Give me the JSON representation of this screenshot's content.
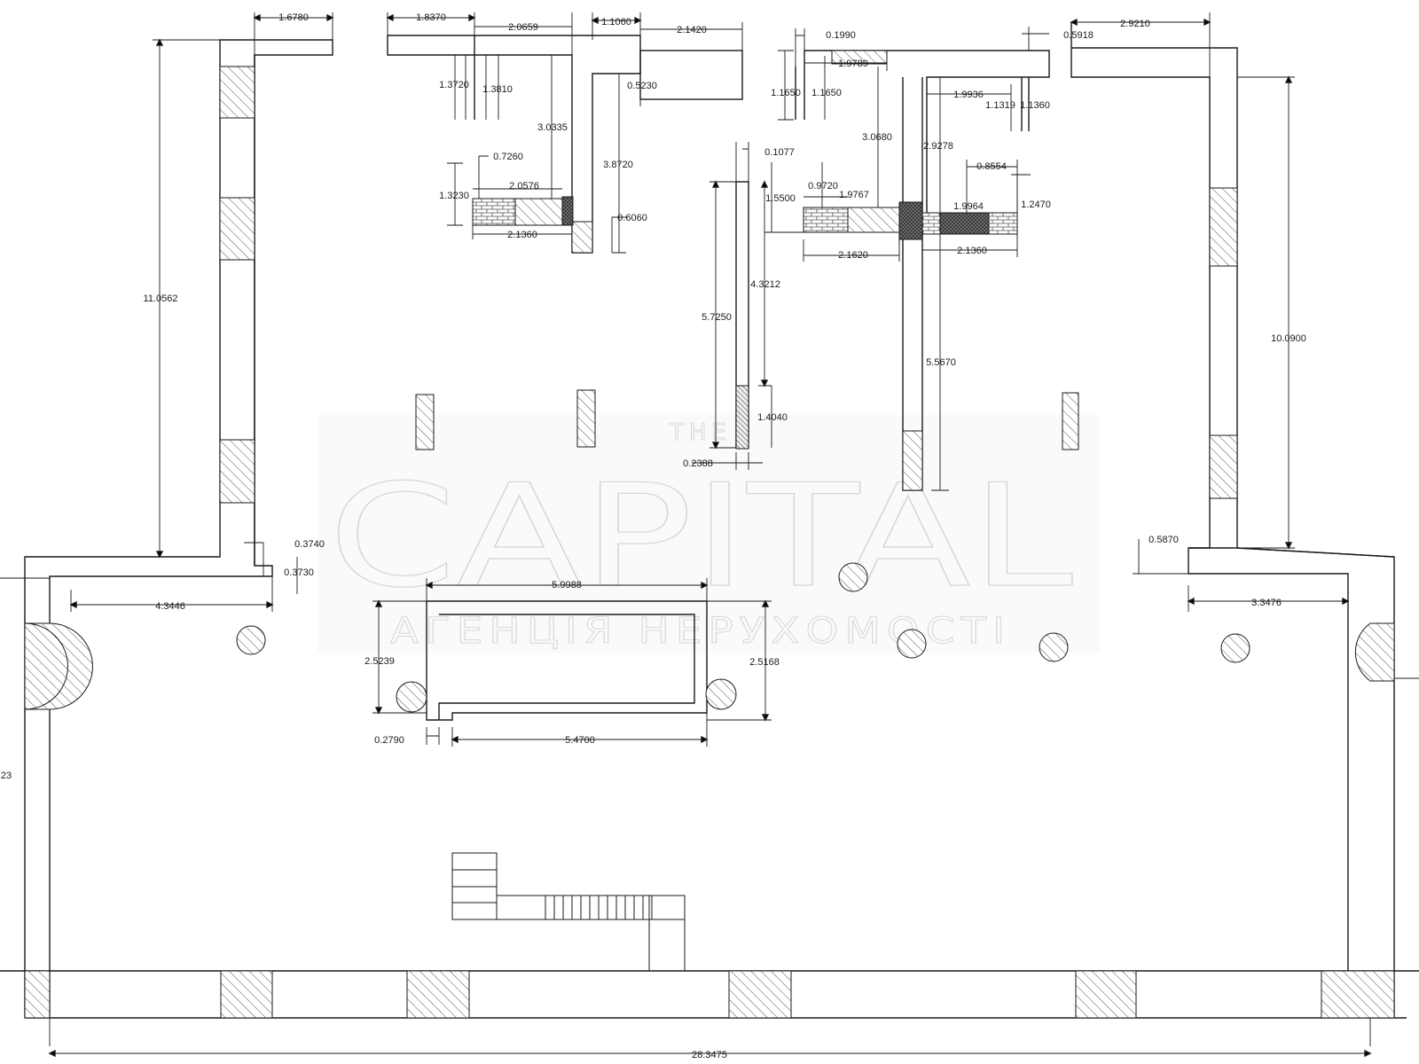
{
  "watermark": {
    "top": "THE",
    "main": "CAPITAL",
    "sub": "АГЕНЦІЯ НЕРУХОМОСТІ"
  },
  "dimensions": {
    "d_1_6780": "1.6780",
    "d_1_8370": "1.8370",
    "d_2_0659": "2.0659",
    "d_1_1060": "1.1060",
    "d_2_1420": "2.1420",
    "d_1_3720": "1.3720",
    "d_1_3810": "1.3810",
    "d_0_5230": "0.5230",
    "d_3_0335": "3.0335",
    "d_3_8720": "3.8720",
    "d_0_7260": "0.7260",
    "d_2_0576": "2.0576",
    "d_1_3230": "1.3230",
    "d_2_1360_a": "2.1360",
    "d_0_6060": "0.6060",
    "d_11_0562": "11.0562",
    "d_0_1990": "0.1990",
    "d_1_9789": "1.9789",
    "d_0_5918": "0.5918",
    "d_2_9210": "2.9210",
    "d_1_1650_a": "1.1650",
    "d_1_1650_b": "1.1650",
    "d_1_9936": "1.9936",
    "d_1_1319": "1.1319",
    "d_1_1360": "1.1360",
    "d_3_0680": "3.0680",
    "d_2_9278": "2.9278",
    "d_0_1077": "0.1077",
    "d_0_8554": "0.8554",
    "d_0_9720": "0.9720",
    "d_1_9767": "1.9767",
    "d_1_5500": "1.5500",
    "d_1_9964": "1.9964",
    "d_1_2470": "1.2470",
    "d_2_1620": "2.1620",
    "d_2_1360_b": "2.1360",
    "d_4_3212": "4.3212",
    "d_5_7250": "5.7250",
    "d_5_5670": "5.5670",
    "d_10_0900": "10.0900",
    "d_1_4040": "1.4040",
    "d_0_2388": "0.2388",
    "d_0_3740": "0.3740",
    "d_0_3730": "0.3730",
    "d_0_5870": "0.5870",
    "d_4_3446": "4.3446",
    "d_5_9988": "5.9988",
    "d_3_3476": "3.3476",
    "d_2_5239": "2.5239",
    "d_2_5168": "2.5168",
    "d_0_2790": "0.2790",
    "d_5_4700": "5.4700",
    "d_23_partial": "23",
    "d_28_3475": "28.3475"
  }
}
